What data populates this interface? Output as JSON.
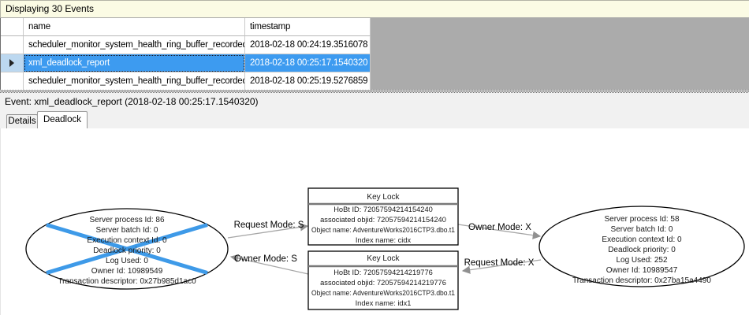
{
  "title_bar": {
    "text": "Displaying 30 Events"
  },
  "grid": {
    "columns": {
      "name": "name",
      "timestamp": "timestamp"
    },
    "rows": [
      {
        "name": "scheduler_monitor_system_health_ring_buffer_recorded",
        "timestamp": "2018-02-18 00:24:19.3516078",
        "selected": false
      },
      {
        "name": "xml_deadlock_report",
        "timestamp": "2018-02-18 00:25:17.1540320",
        "selected": true
      },
      {
        "name": "scheduler_monitor_system_health_ring_buffer_recorded",
        "timestamp": "2018-02-18 00:25:19.5276859",
        "selected": false
      }
    ]
  },
  "event_bar": {
    "text": "Event: xml_deadlock_report (2018-02-18 00:25:17.1540320)"
  },
  "tabs": [
    {
      "label": "Details",
      "active": false
    },
    {
      "label": "Deadlock",
      "active": true
    }
  ],
  "graph": {
    "process_left": {
      "victim": true,
      "lines": [
        "Server process Id: 86",
        "Server batch Id: 0",
        "Execution context Id: 0",
        "Deadlock priority: 0",
        "Log Used: 0",
        "Owner Id: 10989549",
        "Transaction descriptor: 0x27b985d1ac0"
      ]
    },
    "process_right": {
      "victim": false,
      "lines": [
        "Server process Id: 58",
        "Server batch Id: 0",
        "Execution context Id: 0",
        "Deadlock priority: 0",
        "Log Used: 252",
        "Owner Id: 10989547",
        "Transaction descriptor: 0x27ba15a4490"
      ]
    },
    "lock_top": {
      "title": "Key Lock",
      "lines": [
        "HoBt ID: 72057594214154240",
        "associated objid: 72057594214154240",
        "Object name: AdventureWorks2016CTP3.dbo.t1",
        "Index name: cidx"
      ]
    },
    "lock_bottom": {
      "title": "Key Lock",
      "lines": [
        "HoBt ID: 72057594214219776",
        "associated objid: 72057594214219776",
        "Object name: AdventureWorks2016CTP3.dbo.t1",
        "Index name: idx1"
      ]
    },
    "edges": [
      {
        "label": "Request Mode: S"
      },
      {
        "label": "Owner Mode: S"
      },
      {
        "label": "Owner Mode: X"
      },
      {
        "label": "Request Mode: X"
      }
    ]
  },
  "colors": {
    "selection": "#3D9BF0",
    "row_marker_bg": "#BCD8F0",
    "cross": "#3E9AE8",
    "canvas_gray": "#ABABAB",
    "pale_yellow": "#FBFBE4",
    "panel_gray": "#F1F1F1"
  }
}
